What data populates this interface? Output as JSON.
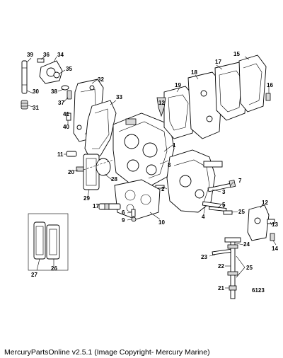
{
  "figure_id": "6123",
  "caption": "MercuryPartsOnline v2.5.1 (Image Copyright- Mercury Marine)",
  "callouts": [
    "1",
    "2",
    "3",
    "4",
    "5",
    "6",
    "7",
    "8",
    "9",
    "10",
    "11",
    "12",
    "13",
    "14",
    "15",
    "16",
    "17",
    "18",
    "19",
    "20",
    "21",
    "22",
    "23",
    "24",
    "25",
    "26",
    "27",
    "28",
    "29",
    "30",
    "31",
    "32",
    "33",
    "34",
    "35",
    "36",
    "37",
    "38",
    "39",
    "40",
    "41",
    "12",
    "17",
    "25"
  ]
}
